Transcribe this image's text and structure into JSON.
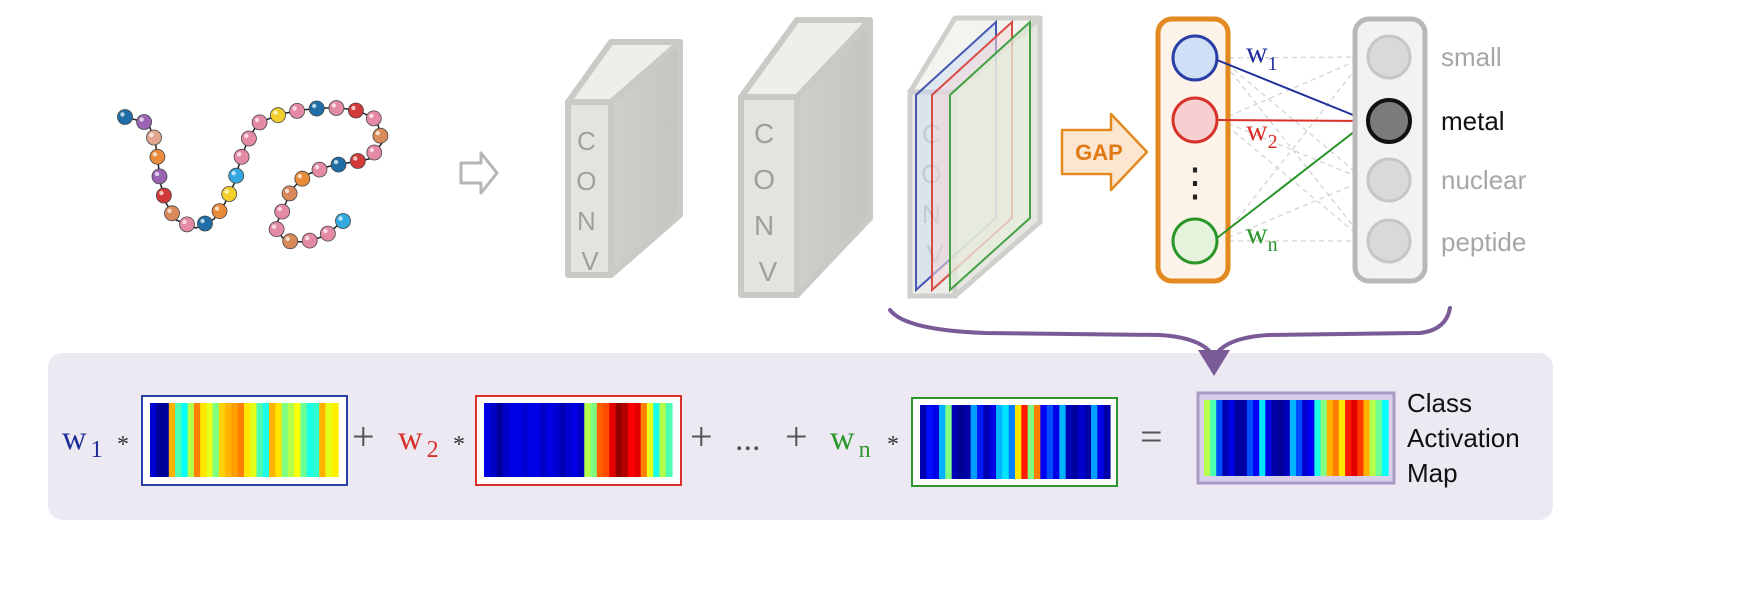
{
  "colors": {
    "panel_bg": "#ece9f2",
    "purple_arrow": "#7a5b98",
    "orange": "#e28a1f",
    "blue": "#1f2f9a",
    "red": "#d8302a",
    "green": "#2a962a",
    "gray_text": "#a6a6a6",
    "dark_text": "#111111",
    "box_gray": "#c9c9c5",
    "box_front": "#e4e3df",
    "box_top": "#eeeeea"
  },
  "input_sequence": {
    "bead_colors": [
      "#1f6ea8",
      "#9b64b3",
      "#e3a58d",
      "#e88b3a",
      "#9b64b3",
      "#d23a3a",
      "#d9895a",
      "#e58aa4",
      "#1f6ea8",
      "#e88b3a",
      "#f2cf2a",
      "#33a7df",
      "#e58aa4",
      "#e58aa4",
      "#e58aa4",
      "#f2cf2a",
      "#e58aa4",
      "#1f6ea8",
      "#e58aa4",
      "#d23a3a",
      "#e58aa4",
      "#d9895a",
      "#e58aa4",
      "#d23a3a",
      "#1f6ea8",
      "#e58aa4",
      "#e88b3a",
      "#d9895a",
      "#e58aa4",
      "#e58aa4",
      "#d9895a",
      "#e58aa4",
      "#e58aa4",
      "#33a7df"
    ]
  },
  "conv_layers": [
    {
      "label": [
        "C",
        "O",
        "N",
        "V"
      ]
    },
    {
      "label": [
        "C",
        "O",
        "N",
        "V"
      ]
    },
    {
      "label": [
        "C",
        "O",
        "N",
        "V"
      ]
    }
  ],
  "feature_map_colors": [
    "#2a3ea8",
    "#d9302a",
    "#2a962a"
  ],
  "gap": {
    "label": "GAP"
  },
  "hidden_nodes": {
    "nodes": [
      {
        "color": "#2a3ea8",
        "fill": "#cfe0f6"
      },
      {
        "color": "#d9302a",
        "fill": "#f6d0d0"
      },
      {
        "color": "#2a962a",
        "fill": "#e6f3dc"
      }
    ],
    "ellipsis": "⋮"
  },
  "weights": [
    {
      "base": "w",
      "sub": "1"
    },
    {
      "base": "w",
      "sub": "2"
    },
    {
      "base": "w",
      "sub": "n"
    }
  ],
  "classes": {
    "labels": [
      "small",
      "metal",
      "nuclear",
      "peptide"
    ],
    "active": 1
  },
  "equation": {
    "terms": [
      {
        "base": "w",
        "sub": "1",
        "star": "*"
      },
      {
        "base": "w",
        "sub": "2",
        "star": "*"
      },
      {
        "base": "w",
        "sub": "n",
        "star": "*"
      }
    ],
    "plus": "+",
    "ellipsis": "...",
    "equals": "=",
    "result_label": [
      "Class",
      "Activation",
      "Map"
    ]
  },
  "heatmaps": [
    {
      "border": "#2a3ea8",
      "stripes": [
        0.92,
        0.98,
        0.97,
        0.3,
        0.55,
        0.62,
        0.45,
        0.25,
        0.35,
        0.4,
        0.5,
        0.33,
        0.3,
        0.28,
        0.25,
        0.35,
        0.4,
        0.55,
        0.6,
        0.3,
        0.35,
        0.5,
        0.45,
        0.38,
        0.52,
        0.6,
        0.58,
        0.3,
        0.4,
        0.36
      ]
    },
    {
      "border": "#d9302a",
      "stripes": [
        0.9,
        0.93,
        0.97,
        0.93,
        0.9,
        0.9,
        0.92,
        0.9,
        0.9,
        0.93,
        0.9,
        0.92,
        0.95,
        0.92,
        0.9,
        0.94,
        0.45,
        0.5,
        0.22,
        0.2,
        0.1,
        0.02,
        0.05,
        0.12,
        0.1,
        0.25,
        0.4,
        0.6,
        0.45,
        0.55
      ]
    },
    {
      "border": "#2a962a",
      "stripes": [
        0.95,
        0.86,
        0.9,
        0.7,
        0.5,
        0.95,
        0.98,
        0.96,
        0.72,
        0.85,
        0.95,
        0.9,
        0.7,
        0.65,
        0.75,
        0.35,
        0.15,
        0.5,
        0.25,
        0.88,
        0.8,
        0.9,
        0.7,
        0.95,
        0.97,
        0.92,
        0.96,
        0.72,
        0.9,
        0.96
      ]
    },
    {
      "border": "#8f7fb5",
      "stripes": [
        0.45,
        0.55,
        0.8,
        0.95,
        0.9,
        0.97,
        0.96,
        0.8,
        0.88,
        0.65,
        0.9,
        0.96,
        0.98,
        0.94,
        0.7,
        0.8,
        0.92,
        0.88,
        0.6,
        0.5,
        0.3,
        0.25,
        0.35,
        0.15,
        0.1,
        0.18,
        0.3,
        0.45,
        0.52,
        0.62
      ]
    }
  ]
}
